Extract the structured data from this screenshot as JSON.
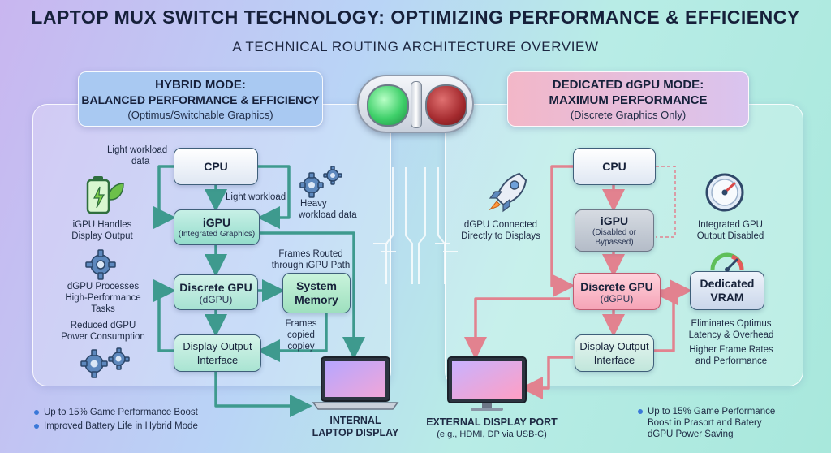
{
  "title": "LAPTOP MUX SWITCH TECHNOLOGY: OPTIMIZING PERFORMANCE & EFFICIENCY",
  "subtitle": "A TECHNICAL ROUTING ARCHITECTURE OVERVIEW",
  "hybrid": {
    "header": [
      "HYBRID MODE:",
      "BALANCED PERFORMANCE & EFFICIENCY",
      "(Optimus/Switchable Graphics)"
    ],
    "cpu": "CPU",
    "igpu": "iGPU",
    "igpu_sub": "(Integrated Graphics)",
    "dgpu": "Discrete GPU",
    "dgpu_sub": "(dGPU)",
    "memory": [
      "System",
      "Memory"
    ],
    "display_out": [
      "Display Output",
      "Interface"
    ],
    "labels": {
      "light_data": [
        "Light workload",
        "data"
      ],
      "light": "Light workload",
      "heavy": [
        "Heavy",
        "workload data"
      ],
      "frames_routed": [
        "Frames Routed",
        "through iGPU Path"
      ],
      "frames_copied": [
        "Frames",
        "copied",
        "copiey"
      ],
      "igpu_handles": [
        "iGPU Handles",
        "Display Output"
      ],
      "dgpu_processes": [
        "dGPU Processes",
        "High-Performance",
        "Tasks"
      ],
      "reduced": [
        "Reduced dGPU",
        "Power Consumption"
      ]
    },
    "bullets": [
      "Up to 15% Game Performance Boost",
      "Improved Battery Life in Hybrid Mode"
    ]
  },
  "dedicated": {
    "header": [
      "DEDICATED dGPU MODE:",
      "MAXIMUM PERFORMANCE",
      "(Discrete Graphics Only)"
    ],
    "cpu": "CPU",
    "igpu": "iGPU",
    "igpu_sub": [
      "(Disabled or",
      "Bypassed)"
    ],
    "dgpu": "Discrete GPU",
    "dgpu_sub": "(dGPU)",
    "vram": [
      "Dedicated",
      "VRAM"
    ],
    "display_out": [
      "Display Output",
      "Interface"
    ],
    "labels": {
      "connected": [
        "dGPU Connected",
        "Directly to Displays"
      ],
      "integrated_off": [
        "Integrated GPU",
        "Output Disabled"
      ],
      "eliminates": [
        "Eliminates Optimus",
        "Latency & Overhead"
      ],
      "higher": [
        "Higher Frame Rates",
        "and Performance"
      ]
    },
    "bullets": [
      "Up to 15% Game Performance",
      "Boost in Prasort and Batery",
      "dGPU Power Saving"
    ]
  },
  "internal_display": [
    "INTERNAL",
    "LAPTOP DISPLAY"
  ],
  "external_display": [
    "EXTERNAL DISPLAY PORT",
    "(e.g., HDMI, DP via USB-C)"
  ],
  "colors": {
    "green_led": "#3fd06a",
    "red_led": "#a42a2e",
    "hybrid_header": "#a9c9f2",
    "dedicated_header": "#f0b8cc",
    "teal_arrow": "#3e9a8e",
    "pink_arrow": "#e2828f"
  },
  "icons": [
    "battery-leaf-icon",
    "gear-icon",
    "gears-icon",
    "rocket-icon",
    "gauge-icon",
    "laptop-icon"
  ]
}
